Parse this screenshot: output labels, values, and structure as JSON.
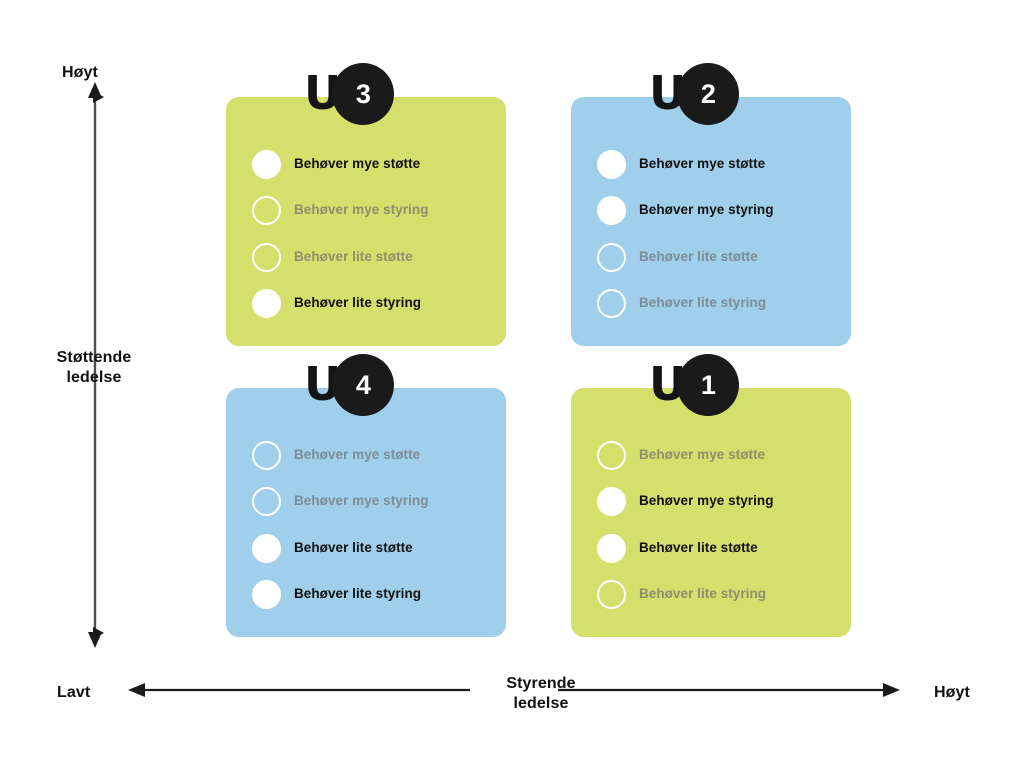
{
  "axes": {
    "y": {
      "title": "Støttende\nledelse",
      "title_line1": "Støttende",
      "title_line2": "ledelse",
      "high_label": "Høyt",
      "arrow_direction": "double-vertical"
    },
    "x": {
      "title_line1": "Styrende",
      "title_line2": "ledelse",
      "low_label": "Lavt",
      "high_label": "Høyt",
      "arrow_direction": "double-horizontal"
    }
  },
  "options_order": [
    "Behøver mye støtte",
    "Behøver mye styring",
    "Behøver lite støtte",
    "Behøver lite styring"
  ],
  "quadrants": [
    {
      "id": "u3",
      "prefix": "U",
      "number": "3",
      "color": "#d3e06c",
      "color_name": "green",
      "position": "top-left",
      "options": [
        {
          "label": "Behøver mye støtte",
          "selected": true
        },
        {
          "label": "Behøver mye styring",
          "selected": false
        },
        {
          "label": "Behøver lite støtte",
          "selected": false
        },
        {
          "label": "Behøver lite styring",
          "selected": true
        }
      ]
    },
    {
      "id": "u2",
      "prefix": "U",
      "number": "2",
      "color": "#a0cfec",
      "color_name": "blue",
      "position": "top-right",
      "options": [
        {
          "label": "Behøver mye støtte",
          "selected": true
        },
        {
          "label": "Behøver mye styring",
          "selected": true
        },
        {
          "label": "Behøver lite støtte",
          "selected": false
        },
        {
          "label": "Behøver lite styring",
          "selected": false
        }
      ]
    },
    {
      "id": "u4",
      "prefix": "U",
      "number": "4",
      "color": "#a0cfec",
      "color_name": "blue",
      "position": "bottom-left",
      "options": [
        {
          "label": "Behøver mye støtte",
          "selected": false
        },
        {
          "label": "Behøver mye styring",
          "selected": false
        },
        {
          "label": "Behøver lite støtte",
          "selected": true
        },
        {
          "label": "Behøver lite styring",
          "selected": true
        }
      ]
    },
    {
      "id": "u1",
      "prefix": "U",
      "number": "1",
      "color": "#d3e06c",
      "color_name": "green",
      "position": "bottom-right",
      "options": [
        {
          "label": "Behøver mye støtte",
          "selected": false
        },
        {
          "label": "Behøver mye styring",
          "selected": true
        },
        {
          "label": "Behøver lite støtte",
          "selected": true
        },
        {
          "label": "Behøver lite styring",
          "selected": false
        }
      ]
    }
  ],
  "colors": {
    "green": "#d3e06c",
    "blue": "#a0cfec",
    "badge": "#1a1a1a",
    "text": "#111111",
    "muted_on_green": "#8e8f6e",
    "muted_on_blue": "#7c8d98",
    "axis": "#4d4d4d",
    "background": "#ffffff"
  }
}
